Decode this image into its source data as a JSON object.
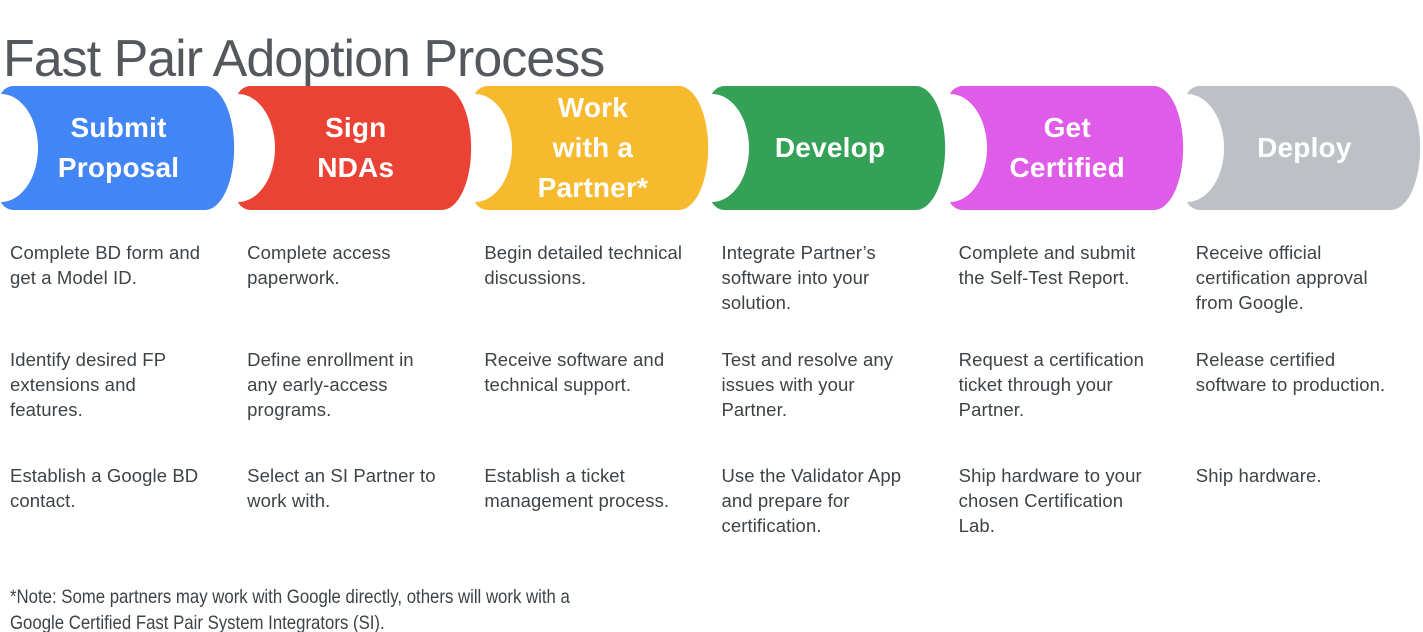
{
  "page": {
    "title": "Fast Pair Adoption Process",
    "footnote": "*Note: Some partners may work with Google directly, others will work with a\nGoogle Certified Fast Pair System Integrators (SI)."
  },
  "stages": [
    {
      "title": "Submit\nProposal",
      "color": "#4285F4",
      "items": [
        "Complete BD form and get a Model ID.",
        "Identify desired FP extensions and features.",
        "Establish a Google BD contact."
      ]
    },
    {
      "title": "Sign\nNDAs",
      "color": "#EA4335",
      "items": [
        "Complete access paperwork.",
        "Define enrollment in any early-access programs.",
        "Select an SI Partner to work with."
      ]
    },
    {
      "title": "Work\nwith a\nPartner*",
      "color": "#F7BA2F",
      "items": [
        "Begin detailed technical discussions.",
        "Receive software and technical support.",
        "Establish a ticket management process."
      ]
    },
    {
      "title": "Develop",
      "color": "#34A156",
      "items": [
        "Integrate Partner’s software into your solution.",
        "Test and resolve any issues with your Partner.",
        "Use the Validator App and prepare for certification."
      ]
    },
    {
      "title": "Get\nCertified",
      "color": "#DE5CE8",
      "items": [
        "Complete and submit the Self-Test Report.",
        "Request a certification ticket through your Partner.",
        "Ship hardware to your chosen Certification Lab."
      ]
    },
    {
      "title": "Deploy",
      "color": "#BDC0C5",
      "items": [
        "Receive official certification approval from Google.",
        "Release certified software to production.",
        "Ship hardware."
      ]
    }
  ]
}
